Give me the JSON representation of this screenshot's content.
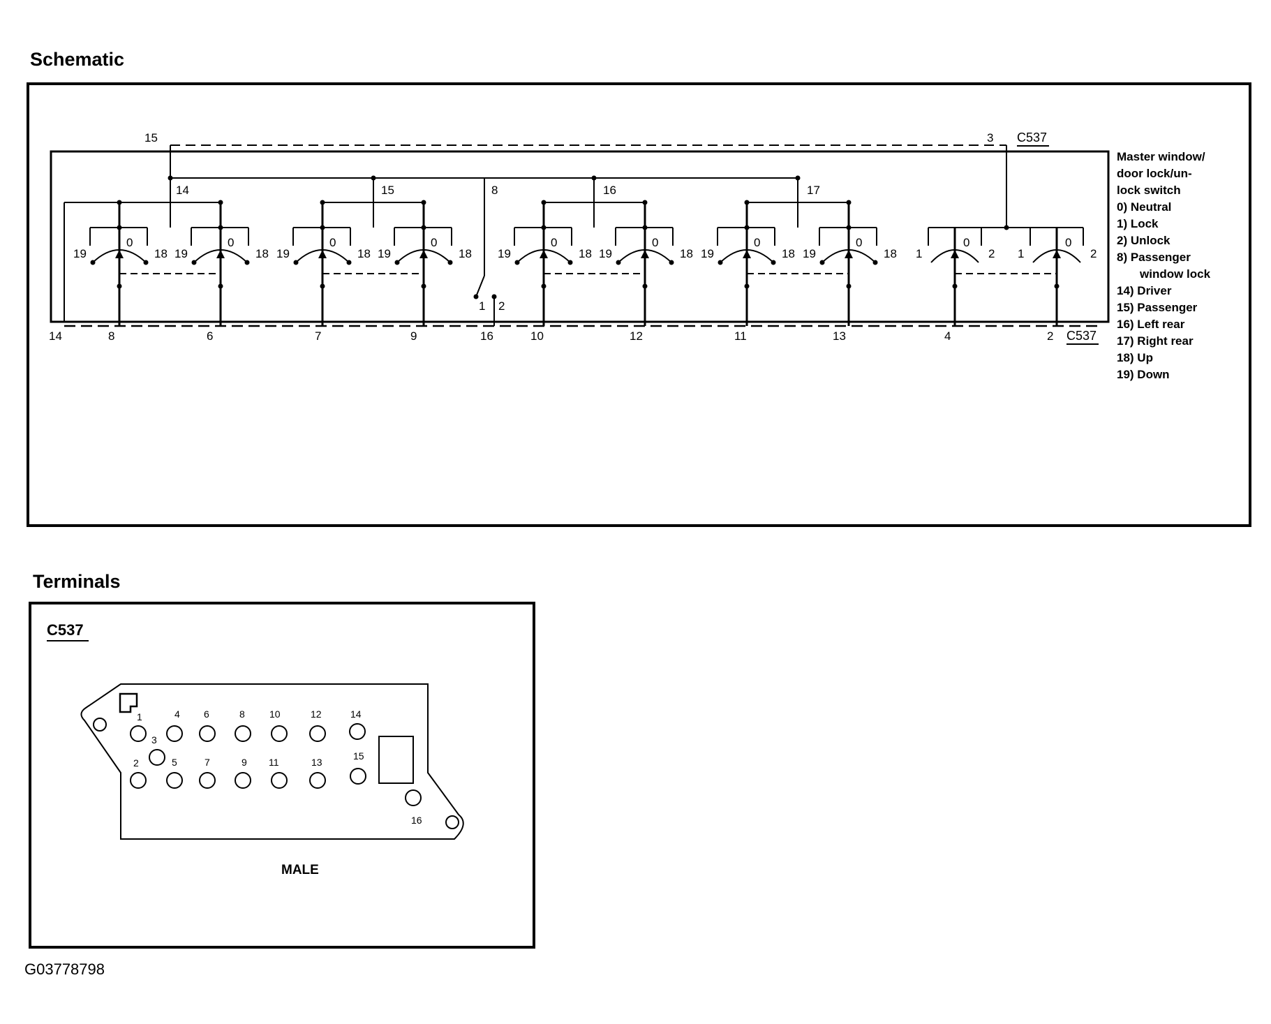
{
  "schematic": {
    "heading": "Schematic",
    "connector_label": "C537",
    "top_pin_labels": [
      "15",
      "3"
    ],
    "bus_labels": [
      "14",
      "15",
      "8",
      "16",
      "17"
    ],
    "bottom_pin_labels": [
      "14",
      "8",
      "6",
      "7",
      "9",
      "16",
      "10",
      "12",
      "11",
      "13",
      "4",
      "2"
    ],
    "switch_contact_labels": [
      "19",
      "0",
      "18"
    ],
    "lock_contact_labels": [
      "1",
      "0",
      "2"
    ],
    "window_lock_contacts": [
      "1",
      "2"
    ],
    "legend": [
      "Master window/",
      "door lock/un-",
      "lock switch",
      "0)   Neutral",
      "1)   Lock",
      "2)   Unlock",
      "8)   Passenger",
      "window lock",
      "14) Driver",
      "15) Passenger",
      "16) Left rear",
      "17) Right rear",
      "18) Up",
      "19) Down"
    ]
  },
  "terminals": {
    "heading": "Terminals",
    "connector_label": "C537",
    "gender": "MALE",
    "pins": [
      "1",
      "2",
      "3",
      "4",
      "5",
      "6",
      "7",
      "8",
      "9",
      "10",
      "11",
      "12",
      "13",
      "14",
      "15",
      "16"
    ]
  },
  "figure_id": "G03778798"
}
